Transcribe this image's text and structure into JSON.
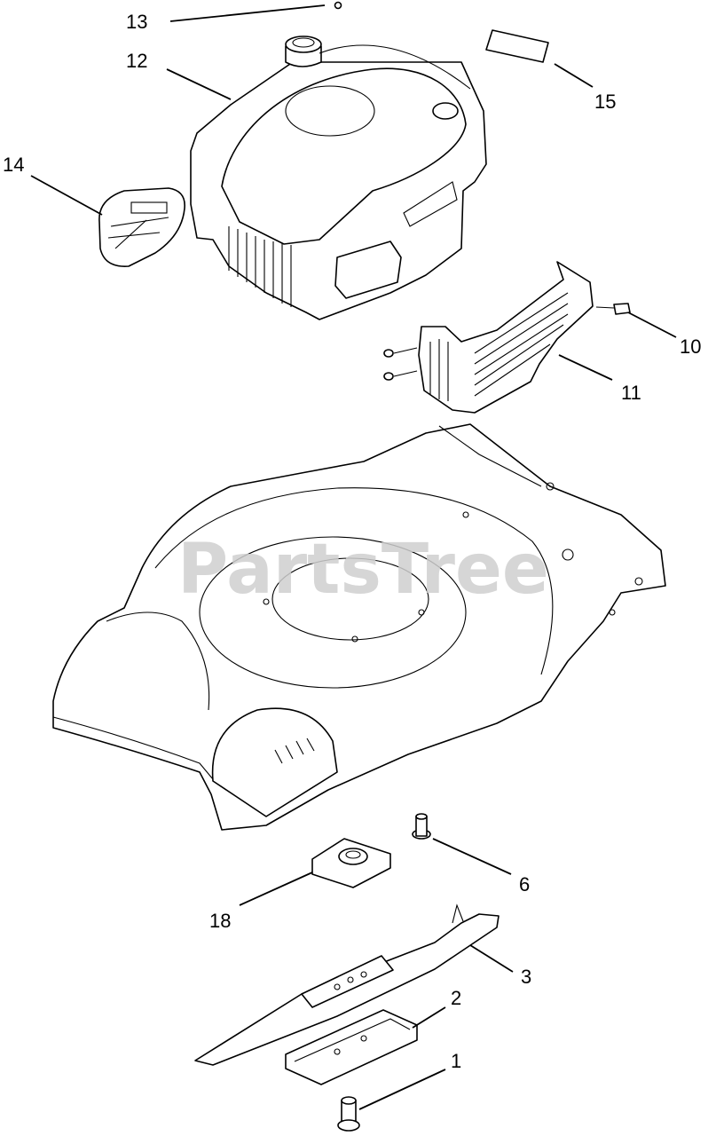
{
  "watermark": "PartsTree",
  "callouts": [
    "13",
    "12",
    "15",
    "14",
    "10",
    "11",
    "6",
    "18",
    "3",
    "2",
    "1"
  ]
}
